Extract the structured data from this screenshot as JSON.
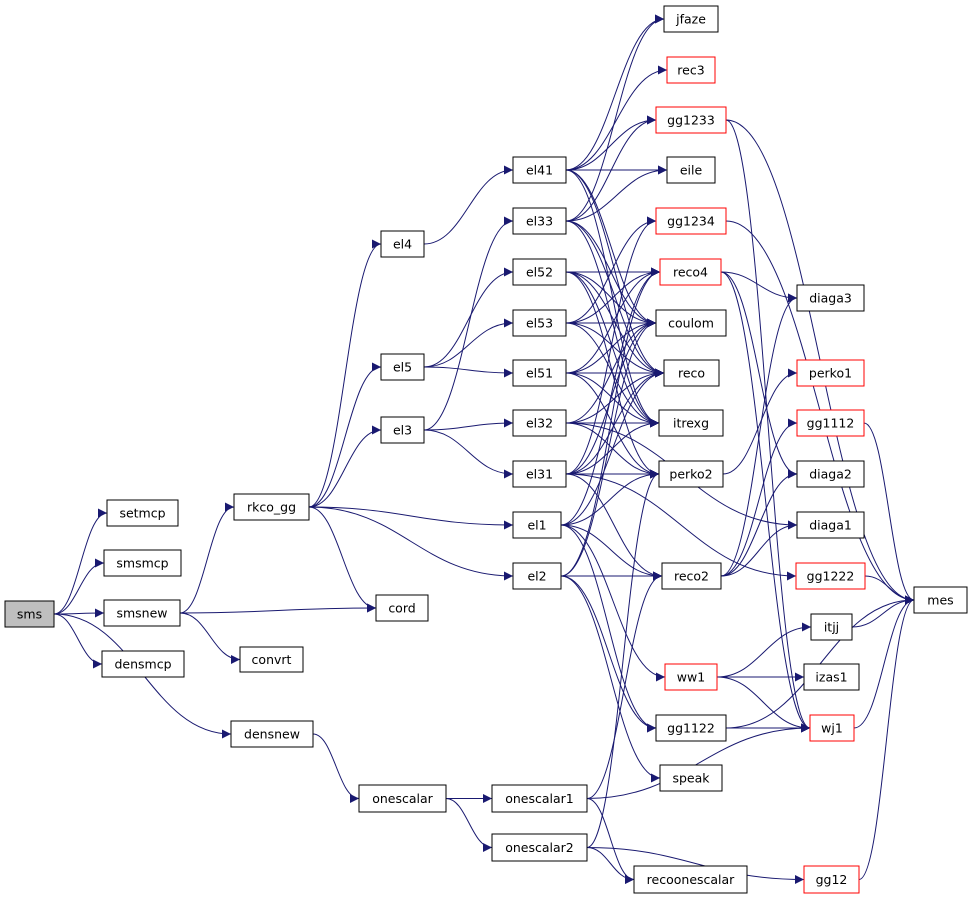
{
  "nodes": [
    {
      "id": "sms",
      "label": "sms",
      "style": "root"
    },
    {
      "id": "setmcp",
      "label": "setmcp",
      "style": "normal"
    },
    {
      "id": "smsmcp",
      "label": "smsmcp",
      "style": "normal"
    },
    {
      "id": "smsnew",
      "label": "smsnew",
      "style": "normal"
    },
    {
      "id": "densmcp",
      "label": "densmcp",
      "style": "normal"
    },
    {
      "id": "densnew",
      "label": "densnew",
      "style": "normal"
    },
    {
      "id": "rkco_gg",
      "label": "rkco_gg",
      "style": "normal"
    },
    {
      "id": "convrt",
      "label": "convrt",
      "style": "normal"
    },
    {
      "id": "cord",
      "label": "cord",
      "style": "normal"
    },
    {
      "id": "onescalar",
      "label": "onescalar",
      "style": "normal"
    },
    {
      "id": "onescalar1",
      "label": "onescalar1",
      "style": "normal"
    },
    {
      "id": "onescalar2",
      "label": "onescalar2",
      "style": "normal"
    },
    {
      "id": "recoonescalar",
      "label": "recoonescalar",
      "style": "normal"
    },
    {
      "id": "el4",
      "label": "el4",
      "style": "normal"
    },
    {
      "id": "el5",
      "label": "el5",
      "style": "normal"
    },
    {
      "id": "el3",
      "label": "el3",
      "style": "normal"
    },
    {
      "id": "el41",
      "label": "el41",
      "style": "normal"
    },
    {
      "id": "el33",
      "label": "el33",
      "style": "normal"
    },
    {
      "id": "el52",
      "label": "el52",
      "style": "normal"
    },
    {
      "id": "el53",
      "label": "el53",
      "style": "normal"
    },
    {
      "id": "el51",
      "label": "el51",
      "style": "normal"
    },
    {
      "id": "el32",
      "label": "el32",
      "style": "normal"
    },
    {
      "id": "el31",
      "label": "el31",
      "style": "normal"
    },
    {
      "id": "el1",
      "label": "el1",
      "style": "normal"
    },
    {
      "id": "el2",
      "label": "el2",
      "style": "normal"
    },
    {
      "id": "jfaze",
      "label": "jfaze",
      "style": "normal"
    },
    {
      "id": "rec3",
      "label": "rec3",
      "style": "red"
    },
    {
      "id": "gg1233",
      "label": "gg1233",
      "style": "red"
    },
    {
      "id": "eile",
      "label": "eile",
      "style": "normal"
    },
    {
      "id": "gg1234",
      "label": "gg1234",
      "style": "red"
    },
    {
      "id": "reco4",
      "label": "reco4",
      "style": "red"
    },
    {
      "id": "coulom",
      "label": "coulom",
      "style": "normal"
    },
    {
      "id": "reco",
      "label": "reco",
      "style": "normal"
    },
    {
      "id": "itrexg",
      "label": "itrexg",
      "style": "normal"
    },
    {
      "id": "perko2",
      "label": "perko2",
      "style": "normal"
    },
    {
      "id": "reco2",
      "label": "reco2",
      "style": "normal"
    },
    {
      "id": "ww1",
      "label": "ww1",
      "style": "red"
    },
    {
      "id": "gg1122",
      "label": "gg1122",
      "style": "normal"
    },
    {
      "id": "speak",
      "label": "speak",
      "style": "normal"
    },
    {
      "id": "diaga3",
      "label": "diaga3",
      "style": "normal"
    },
    {
      "id": "perko1",
      "label": "perko1",
      "style": "red"
    },
    {
      "id": "gg1112",
      "label": "gg1112",
      "style": "red"
    },
    {
      "id": "diaga2",
      "label": "diaga2",
      "style": "normal"
    },
    {
      "id": "diaga1",
      "label": "diaga1",
      "style": "normal"
    },
    {
      "id": "gg1222",
      "label": "gg1222",
      "style": "red"
    },
    {
      "id": "itjj",
      "label": "itjj",
      "style": "normal"
    },
    {
      "id": "izas1",
      "label": "izas1",
      "style": "normal"
    },
    {
      "id": "wj1",
      "label": "wj1",
      "style": "red"
    },
    {
      "id": "gg12",
      "label": "gg12",
      "style": "red"
    },
    {
      "id": "mes",
      "label": "mes",
      "style": "normal"
    }
  ],
  "edges": [
    [
      "sms",
      "setmcp"
    ],
    [
      "sms",
      "smsmcp"
    ],
    [
      "sms",
      "smsnew"
    ],
    [
      "sms",
      "densmcp"
    ],
    [
      "sms",
      "densnew"
    ],
    [
      "smsnew",
      "rkco_gg"
    ],
    [
      "smsnew",
      "cord"
    ],
    [
      "smsnew",
      "convrt"
    ],
    [
      "densnew",
      "onescalar"
    ],
    [
      "onescalar",
      "onescalar1"
    ],
    [
      "onescalar",
      "onescalar2"
    ],
    [
      "onescalar1",
      "reco2"
    ],
    [
      "onescalar1",
      "recoonescalar"
    ],
    [
      "onescalar1",
      "wj1"
    ],
    [
      "onescalar2",
      "perko2"
    ],
    [
      "onescalar2",
      "recoonescalar"
    ],
    [
      "onescalar2",
      "gg12"
    ],
    [
      "rkco_gg",
      "el4"
    ],
    [
      "rkco_gg",
      "el5"
    ],
    [
      "rkco_gg",
      "el3"
    ],
    [
      "rkco_gg",
      "el1"
    ],
    [
      "rkco_gg",
      "el2"
    ],
    [
      "rkco_gg",
      "cord"
    ],
    [
      "el4",
      "el41"
    ],
    [
      "el5",
      "el52"
    ],
    [
      "el5",
      "el53"
    ],
    [
      "el5",
      "el51"
    ],
    [
      "el3",
      "el33"
    ],
    [
      "el3",
      "el32"
    ],
    [
      "el3",
      "el31"
    ],
    [
      "el41",
      "jfaze"
    ],
    [
      "el41",
      "rec3"
    ],
    [
      "el41",
      "gg1233"
    ],
    [
      "el41",
      "eile"
    ],
    [
      "el41",
      "coulom"
    ],
    [
      "el41",
      "reco"
    ],
    [
      "el41",
      "itrexg"
    ],
    [
      "el33",
      "jfaze"
    ],
    [
      "el33",
      "gg1233"
    ],
    [
      "el33",
      "eile"
    ],
    [
      "el33",
      "coulom"
    ],
    [
      "el33",
      "reco"
    ],
    [
      "el33",
      "itrexg"
    ],
    [
      "el52",
      "reco4"
    ],
    [
      "el52",
      "coulom"
    ],
    [
      "el52",
      "reco"
    ],
    [
      "el52",
      "itrexg"
    ],
    [
      "el52",
      "perko2"
    ],
    [
      "el53",
      "gg1234"
    ],
    [
      "el53",
      "reco4"
    ],
    [
      "el53",
      "coulom"
    ],
    [
      "el53",
      "reco"
    ],
    [
      "el53",
      "itrexg"
    ],
    [
      "el51",
      "reco4"
    ],
    [
      "el51",
      "coulom"
    ],
    [
      "el51",
      "reco"
    ],
    [
      "el51",
      "itrexg"
    ],
    [
      "el51",
      "perko2"
    ],
    [
      "el32",
      "coulom"
    ],
    [
      "el32",
      "reco"
    ],
    [
      "el32",
      "itrexg"
    ],
    [
      "el32",
      "perko2"
    ],
    [
      "el32",
      "diaga1"
    ],
    [
      "el31",
      "gg1234"
    ],
    [
      "el31",
      "coulom"
    ],
    [
      "el31",
      "reco"
    ],
    [
      "el31",
      "itrexg"
    ],
    [
      "el31",
      "perko2"
    ],
    [
      "el31",
      "reco2"
    ],
    [
      "el31",
      "gg1222"
    ],
    [
      "el1",
      "reco4"
    ],
    [
      "el1",
      "reco"
    ],
    [
      "el1",
      "perko2"
    ],
    [
      "el1",
      "reco2"
    ],
    [
      "el1",
      "ww1"
    ],
    [
      "el1",
      "gg1122"
    ],
    [
      "el2",
      "reco4"
    ],
    [
      "el2",
      "coulom"
    ],
    [
      "el2",
      "reco2"
    ],
    [
      "el2",
      "gg1122"
    ],
    [
      "el2",
      "speak"
    ],
    [
      "gg1233",
      "mes"
    ],
    [
      "gg1233",
      "wj1"
    ],
    [
      "gg1234",
      "mes"
    ],
    [
      "reco4",
      "diaga3"
    ],
    [
      "reco4",
      "diaga2"
    ],
    [
      "reco4",
      "wj1"
    ],
    [
      "perko2",
      "perko1"
    ],
    [
      "reco2",
      "diaga3"
    ],
    [
      "reco2",
      "gg1112"
    ],
    [
      "reco2",
      "diaga2"
    ],
    [
      "reco2",
      "diaga1"
    ],
    [
      "ww1",
      "itjj"
    ],
    [
      "ww1",
      "izas1"
    ],
    [
      "ww1",
      "wj1"
    ],
    [
      "gg1122",
      "wj1"
    ],
    [
      "gg1122",
      "mes"
    ],
    [
      "gg1112",
      "mes"
    ],
    [
      "gg1222",
      "mes"
    ],
    [
      "itjj",
      "mes"
    ],
    [
      "wj1",
      "mes"
    ],
    [
      "gg12",
      "mes"
    ]
  ],
  "colors": {
    "edge": "#191970",
    "node_border": "#000000",
    "node_red_border": "#ff0000",
    "root_fill": "#bfbfbf",
    "node_fill": "#ffffff"
  }
}
